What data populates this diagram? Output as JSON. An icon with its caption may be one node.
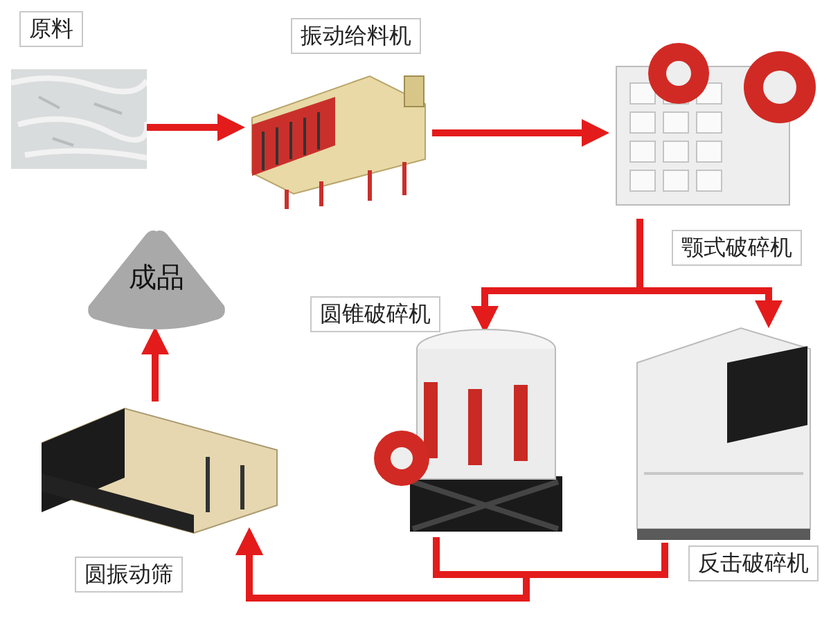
{
  "diagram": {
    "nodes": [
      {
        "text": [
          "原料"
        ]
      },
      {
        "text": [
          "振动给料机"
        ]
      },
      {
        "text": [
          "颚式破碎机"
        ]
      },
      {
        "text": [
          "圆锥破碎机"
        ]
      },
      {
        "text": [
          "反击破碎机"
        ]
      },
      {
        "text": [
          "圆振动筛"
        ]
      },
      {
        "text": [
          "成品"
        ]
      }
    ],
    "edges": [
      {
        "from": 0,
        "to": 1,
        "arrow": "to"
      },
      {
        "from": 1,
        "to": 2,
        "arrow": "to"
      },
      {
        "from": 2,
        "to": 3,
        "arrow": "to"
      },
      {
        "from": 2,
        "to": 4,
        "arrow": "to"
      },
      {
        "from": 3,
        "to": 5,
        "arrow": "to"
      },
      {
        "from": 4,
        "to": 5,
        "arrow": "to"
      },
      {
        "from": 5,
        "to": 6,
        "arrow": "to"
      }
    ]
  }
}
